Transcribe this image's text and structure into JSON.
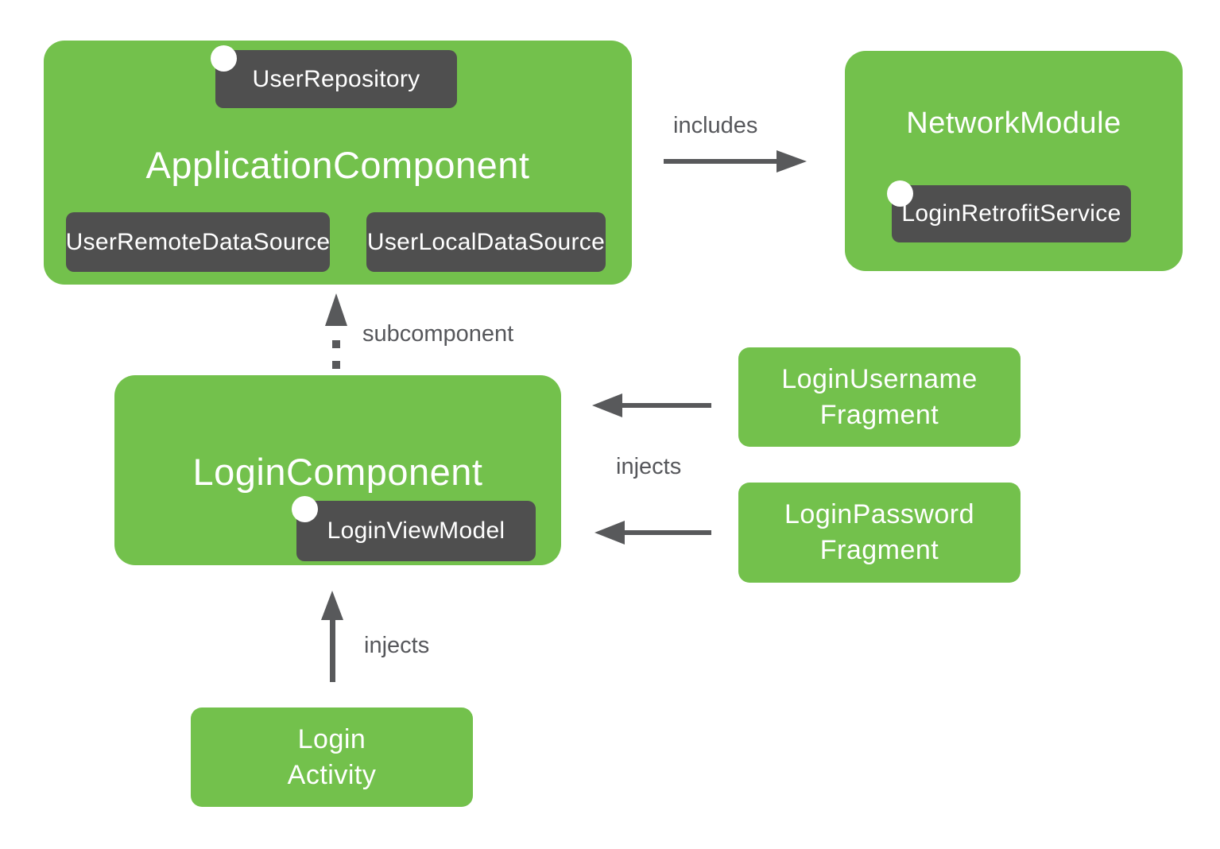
{
  "colors": {
    "box_green": "#73C14C",
    "badge_gray": "#4F4F4F",
    "arrow_gray": "#58595B",
    "label_gray": "#56575B",
    "text_white": "#FFFFFF"
  },
  "diagram": {
    "application_component": {
      "title": "ApplicationComponent",
      "provision_badge": "UserRepository",
      "datasource_badges": [
        "UserRemoteDataSource",
        "UserLocalDataSource"
      ]
    },
    "network_module": {
      "title": "NetworkModule",
      "provision_badge": "LoginRetrofitService"
    },
    "login_component": {
      "title": "LoginComponent",
      "provision_badge": "LoginViewModel"
    },
    "fragments": [
      {
        "line1": "LoginUsername",
        "line2": "Fragment"
      },
      {
        "line1": "LoginPassword",
        "line2": "Fragment"
      }
    ],
    "activity": {
      "line1": "Login",
      "line2": "Activity"
    },
    "edge_labels": {
      "includes": "includes",
      "subcomponent": "subcomponent",
      "injects_fragments": "injects",
      "injects_activity": "injects"
    }
  }
}
